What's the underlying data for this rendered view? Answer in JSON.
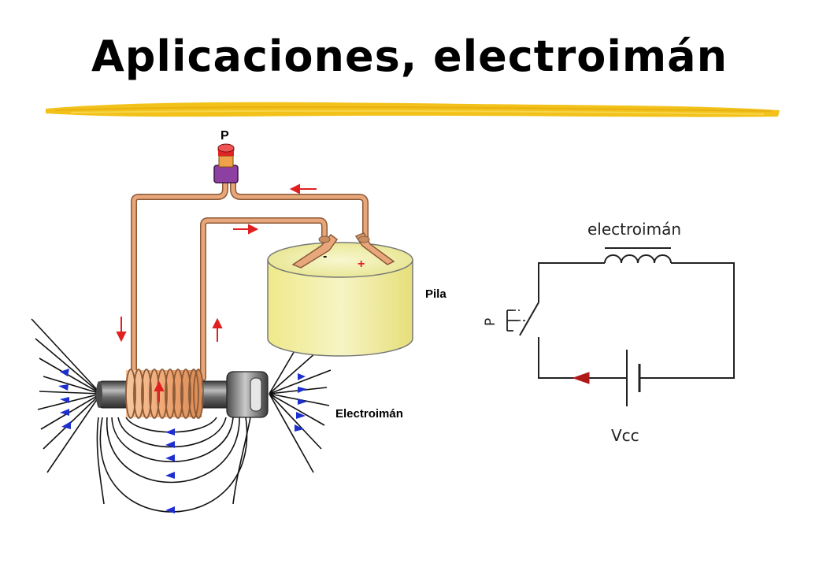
{
  "title": "Aplicaciones, electroimán",
  "physical": {
    "switch_label": "P",
    "battery_label": "Pila",
    "minus_sign": "-",
    "plus_sign": "+",
    "electromagnet_label": "Electroimán"
  },
  "schematic": {
    "coil_label": "electroimán",
    "switch_label": "P",
    "source_label": "Vcc"
  },
  "colors": {
    "title_underline": "#F2C21B",
    "wire": "#E8A77A",
    "wire_outline": "#8A5A38",
    "battery_body": "#F3F0A0",
    "coil": "#F2B684",
    "core": "#6E6E6E",
    "switch_cap": "#E02424",
    "switch_base": "#8E3FA2",
    "current_arrow": "#E02020",
    "field_arrow": "#1E2FD0",
    "schematic_arrow": "#B01818"
  }
}
